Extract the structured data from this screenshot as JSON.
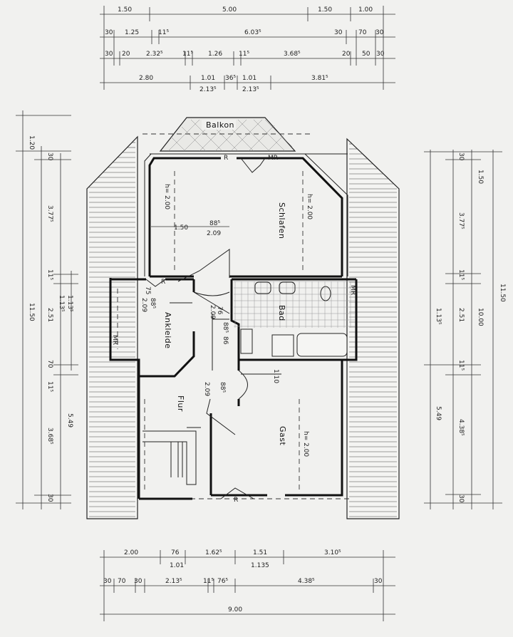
{
  "rooms": {
    "balcony": "Balkon",
    "bedroom": "Schlafen",
    "bath": "Bad",
    "dressing": "Ankleide",
    "hall": "Flur",
    "guest": "Gast"
  },
  "heights": {
    "bedroom_a": "h= 2.00",
    "bedroom_b": "h= 2.00",
    "guest": "h= 2.00"
  },
  "top_dims": {
    "r1": [
      "1.50",
      "5.00",
      "1.50",
      "1.00"
    ],
    "r2": [
      "30",
      "1.25",
      "11⁵",
      "6.03⁵",
      "30",
      "70",
      "30"
    ],
    "r3": [
      "30",
      "20",
      "2.32⁵",
      "11⁵",
      "1.26",
      "11⁵",
      "3.68⁵",
      "20",
      "50",
      "30"
    ],
    "r4": [
      "2.80",
      "1.01",
      "36⁵",
      "1.01",
      "3.81⁵"
    ],
    "r4b": [
      "2.13⁵",
      "2.13⁵"
    ]
  },
  "bottom_dims": {
    "r1": [
      "2.00",
      "76",
      "1.62⁵",
      "1.51",
      "3.10⁵"
    ],
    "r1b": [
      "1.01",
      "1.135"
    ],
    "r2": [
      "30",
      "70",
      "30",
      "2.13⁵",
      "11⁵",
      "76⁵",
      "4.38⁵",
      "30"
    ],
    "r3": [
      "9.00"
    ]
  },
  "left_dims": [
    "1.20",
    "30",
    "3.77⁵",
    "11⁵",
    "1.13⁵",
    "1.13⁵",
    "2.51",
    "11.50",
    "70",
    "11⁵",
    "5.49",
    "3.68⁵",
    "30"
  ],
  "right_dims": [
    "30",
    "1.50",
    "3.77⁵",
    "11⁵",
    "1.13⁵",
    "2.51",
    "10.00",
    "11.50",
    "11⁵",
    "5.49",
    "4.38⁵",
    "30"
  ],
  "interior": {
    "d1": "1.50",
    "d2": "88⁵",
    "d3": "2.09",
    "d4": "75",
    "d5": "88⁵",
    "d6": "2.09",
    "d7": "76",
    "d8": "2.09",
    "d9": "88⁵",
    "d10": "86",
    "d11": "1.10",
    "d12": "2.09",
    "d13": "88⁵",
    "mr1": "MR",
    "mr2": "MR",
    "mr3": "MR",
    "r1": "R",
    "r2": "R",
    "r3": "R"
  }
}
